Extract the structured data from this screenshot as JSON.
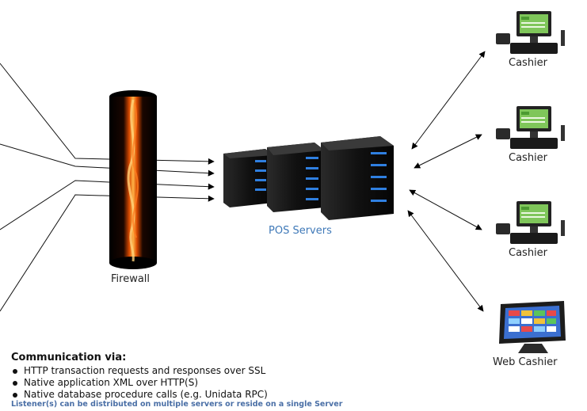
{
  "labels": {
    "firewall": "Firewall",
    "pos_servers": "POS Servers",
    "cashiers": [
      "Cashier",
      "Cashier",
      "Cashier"
    ],
    "web_cashier": "Web Cashier"
  },
  "communication": {
    "title": "Communication via:",
    "items": [
      "HTTP transaction requests and responses over SSL",
      "Native application XML over HTTP(S)",
      "Native database procedure calls (e.g. Unidata RPC)"
    ]
  },
  "footnote": "Listener(s) can be distributed on multiple servers or reside on a single Server",
  "colors": {
    "accent_blue": "#3f79b8",
    "footnote_blue": "#4a6fa6",
    "server_led": "#2f7fe0",
    "flame": "#ff8a1e",
    "terminal_screen": "#7fc65a"
  }
}
